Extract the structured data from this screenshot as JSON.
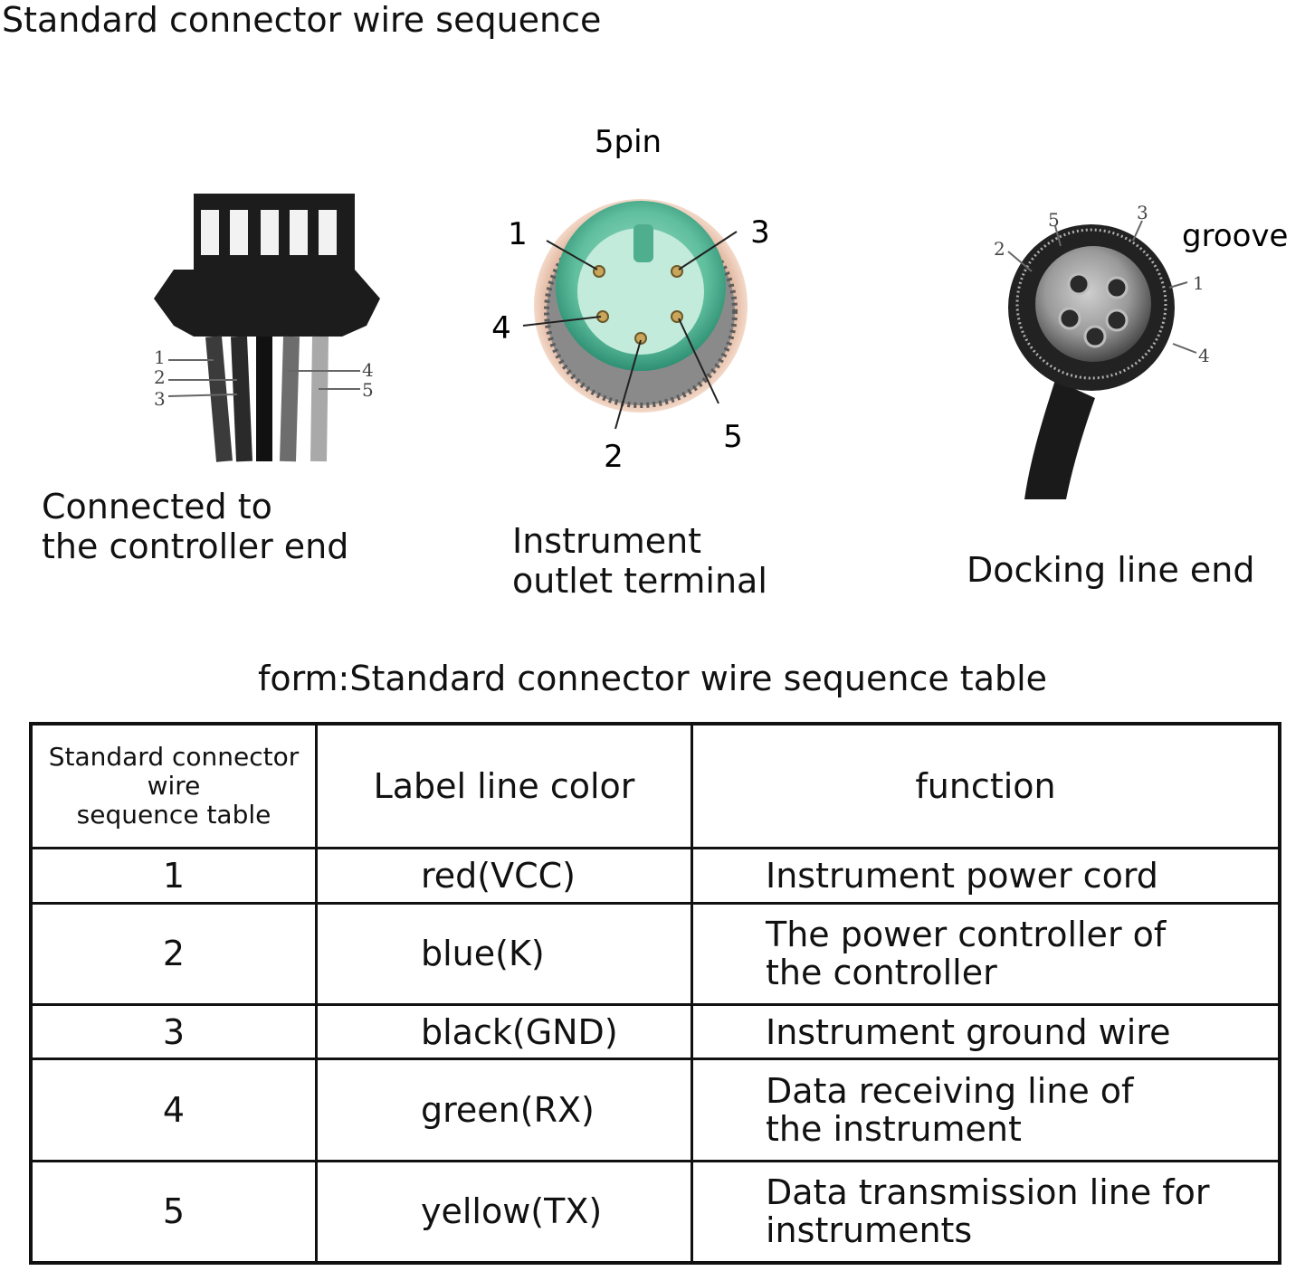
{
  "title": "Standard connector wire sequence",
  "figures": {
    "controller": {
      "caption_line1": "Connected to",
      "caption_line2": "the controller end",
      "pin_labels": [
        "1",
        "2",
        "3",
        "4",
        "5"
      ]
    },
    "instrument": {
      "pin_count_label": "5pin",
      "caption_line1": "Instrument",
      "caption_line2": "outlet terminal",
      "pin_labels": [
        "1",
        "2",
        "3",
        "4",
        "5"
      ]
    },
    "docking": {
      "groove_label": "groove",
      "caption": "Docking line end",
      "pin_labels": [
        "1",
        "2",
        "3",
        "4",
        "5"
      ]
    }
  },
  "table": {
    "title": "form:Standard connector wire sequence table",
    "header": {
      "col1_line1": "Standard connector",
      "col1_line2": "wire",
      "col1_line3": "sequence table",
      "col2": "Label line color",
      "col3": "function"
    },
    "rows": [
      {
        "num": "1",
        "color": "red(VCC)",
        "func_line1": "Instrument power cord",
        "func_line2": ""
      },
      {
        "num": "2",
        "color": "blue(K)",
        "func_line1": "The power controller of",
        "func_line2": "the controller"
      },
      {
        "num": "3",
        "color": "black(GND)",
        "func_line1": "Instrument ground wire",
        "func_line2": ""
      },
      {
        "num": "4",
        "color": "green(RX)",
        "func_line1": "Data receiving line of",
        "func_line2": "the instrument"
      },
      {
        "num": "5",
        "color": "yellow(TX)",
        "func_line1": "Data transmission line for",
        "func_line2": "instruments"
      }
    ]
  }
}
